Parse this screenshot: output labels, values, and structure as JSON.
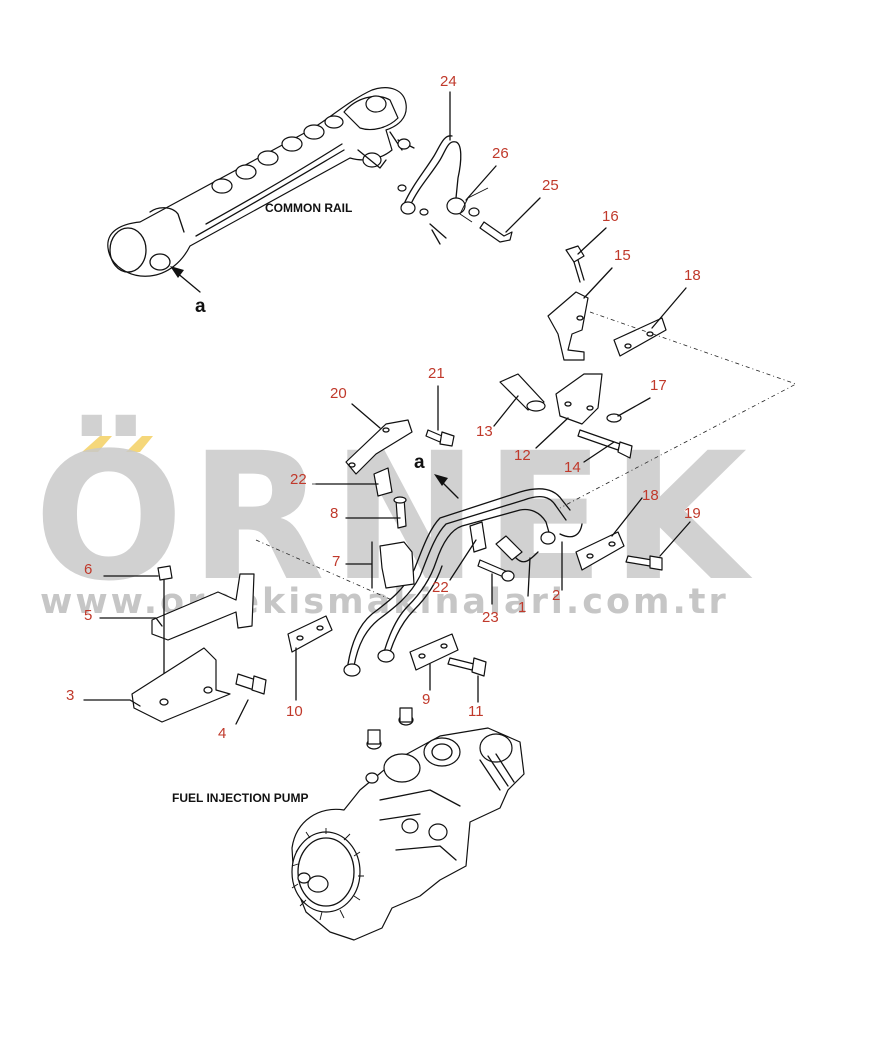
{
  "diagram": {
    "captions": {
      "common_rail": "COMMON RAIL",
      "fuel_injection_pump": "FUEL INJECTION PUMP"
    },
    "view_marker": "a",
    "callouts": [
      "24",
      "26",
      "25",
      "16",
      "15",
      "18",
      "21",
      "20",
      "13",
      "17",
      "12",
      "14",
      "22",
      "8",
      "7",
      "6",
      "5",
      "3",
      "4",
      "10",
      "9",
      "11",
      "23",
      "1",
      "2",
      "18",
      "19",
      "22"
    ]
  },
  "watermark": {
    "brand": "ÖRNEK",
    "url": "www.ornekismakinalari.com.tr",
    "accent_color": "#f5d77a",
    "text_color": "#c9c9c9"
  },
  "colors": {
    "callout": "#c0392b",
    "line": "#111111"
  }
}
